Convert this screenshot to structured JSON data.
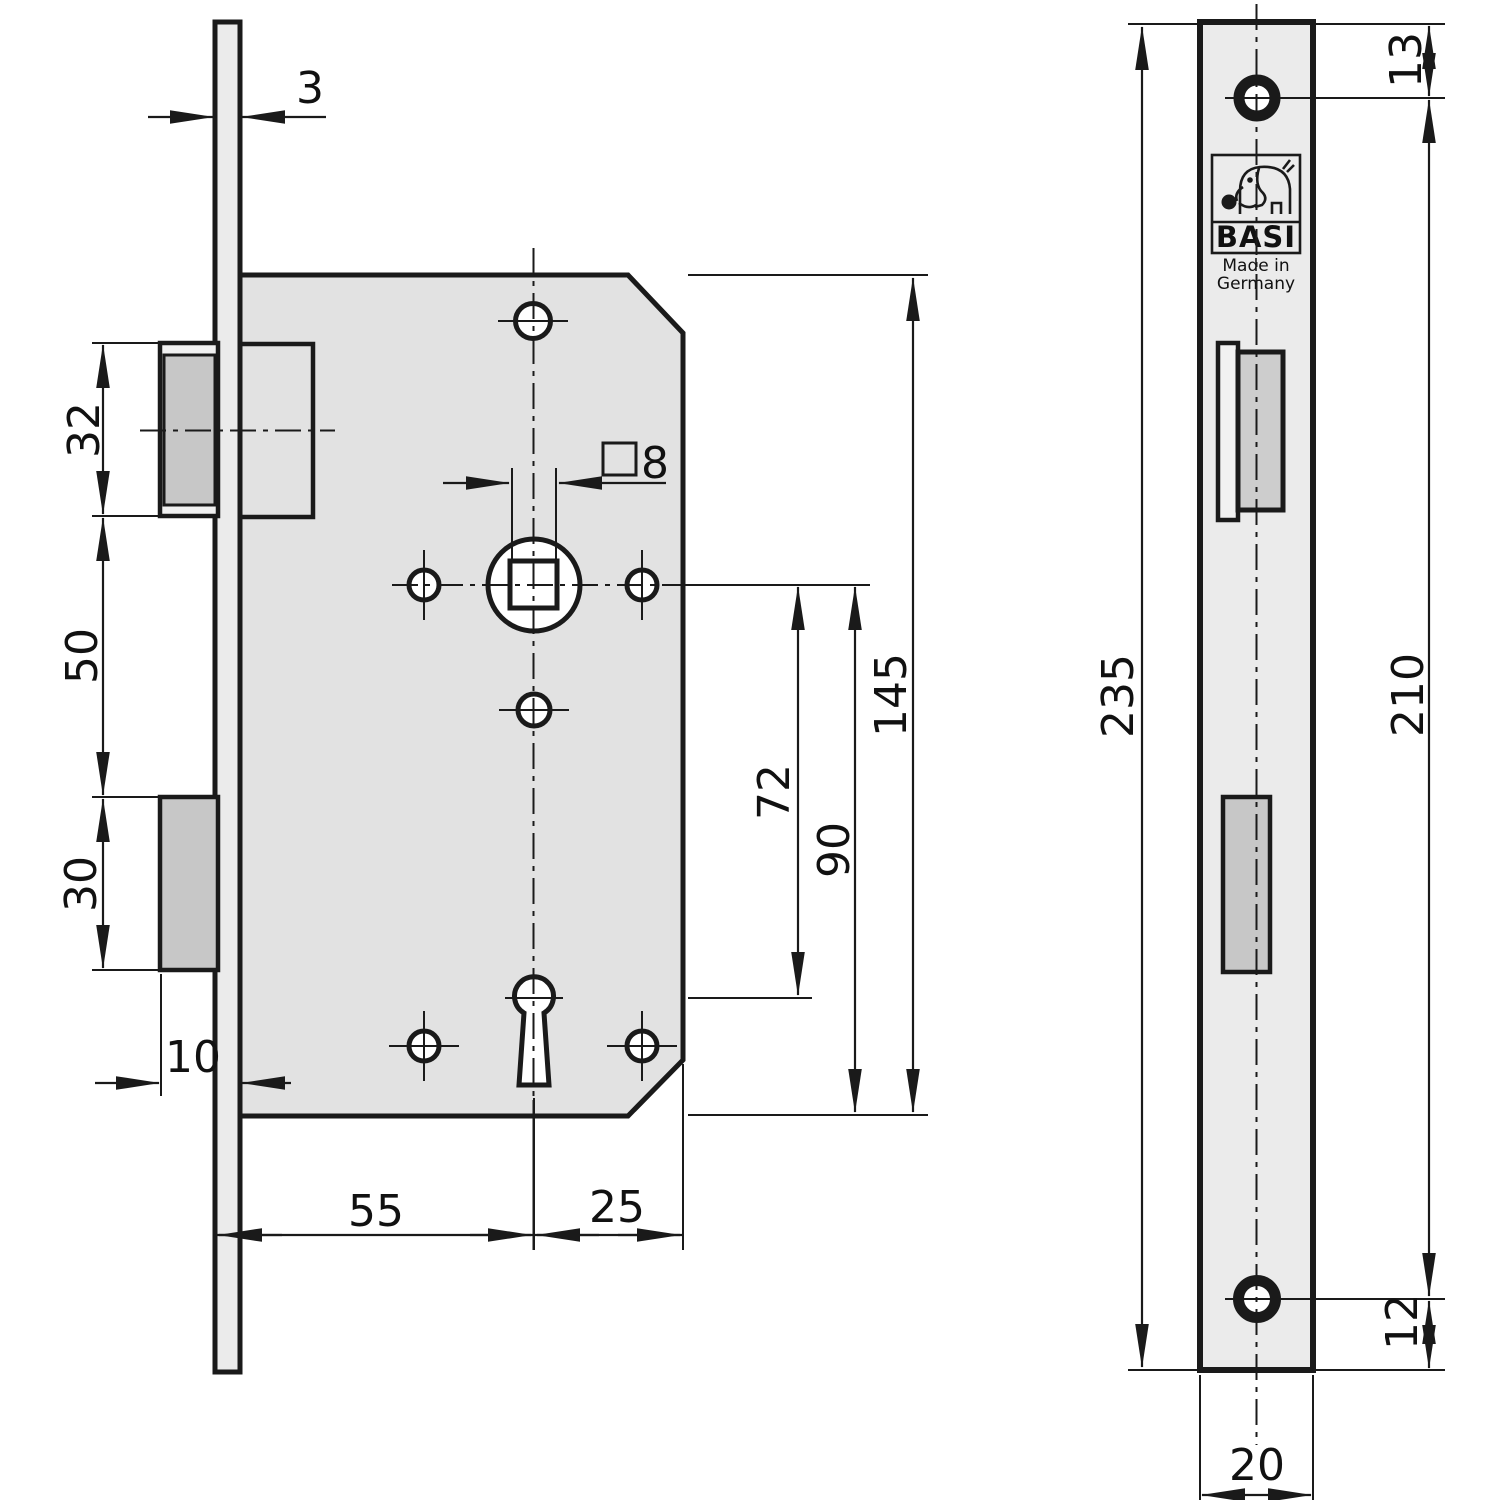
{
  "brand": {
    "name": "BASI",
    "made_in": "Made in",
    "country": "Germany"
  },
  "dim_labels": {
    "plate_thickness": "3",
    "latch_height": "32",
    "latch_bolt_gap": "50",
    "deadbolt_height": "30",
    "deadbolt_throw": "10",
    "backset": "55",
    "center_to_edge": "25",
    "spindle_square": "8",
    "spindle_to_keyhole": "72",
    "spindle_to_case_bottom": "90",
    "case_height": "145",
    "faceplate_length": "235",
    "mounting_hole_spacing": "210",
    "top_edge_to_hole": "13",
    "hole_to_bottom_edge": "12",
    "faceplate_width": "20"
  },
  "colors": {
    "line": "#1a1a1a",
    "faceplate_fill": "#ebebeb",
    "case_fill": "#e2e2e2",
    "bolt_fill": "#c7c7c7",
    "latch_front_fill": "#cdcdcd",
    "background": "#ffffff"
  }
}
